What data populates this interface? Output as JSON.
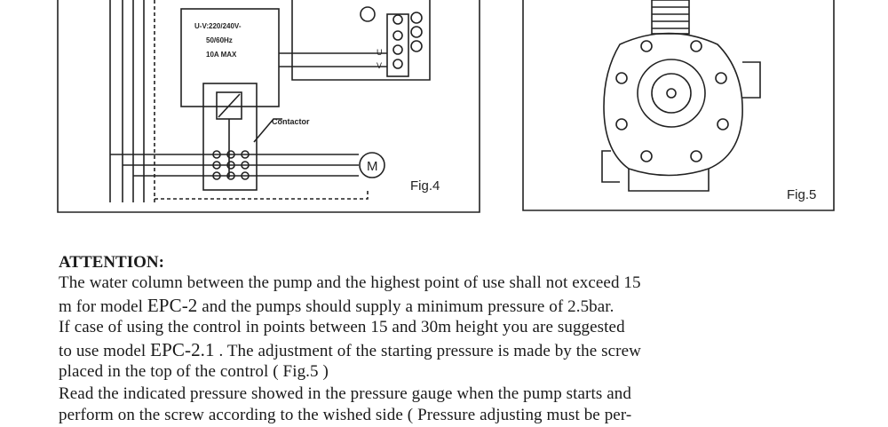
{
  "figures": {
    "fig4": {
      "caption": "Fig.4",
      "supply_voltage": "U-V:220/240V-",
      "supply_freq": "50/60Hz",
      "supply_current": "10A   MAX",
      "contactor_label": "Contactor",
      "terminal_u": "U",
      "terminal_v": "V",
      "motor_label": "M"
    },
    "fig5": {
      "caption": "Fig.5"
    }
  },
  "attention": {
    "heading": "ATTENTION:",
    "p1_l1": "The water column between the pump and the highest point of  use shall not exceed 15",
    "p1_l2a": "m for model ",
    "p1_l2_model": "EPC-2",
    "p1_l2b": "  and the pumps should supply a minimum pressure of  2.5bar.",
    "p2_l1": "If case  of  using  the control in points between 15 and 30m height  you  are  suggested",
    "p2_l2a": " to use model  ",
    "p2_l2_model": "EPC-2.1",
    "p2_l2b": "  . The adjustment of the starting pressure  is  made by the screw",
    "p2_l3": "placed in the top of the control ( Fig.5 )",
    "p3_l1": "Read the indicated pressure showed  in  the pressure gauge when the pump starts  and",
    "p3_l2": "perform on the screw according to the wished side (  Pressure adjusting must  be  per-"
  }
}
